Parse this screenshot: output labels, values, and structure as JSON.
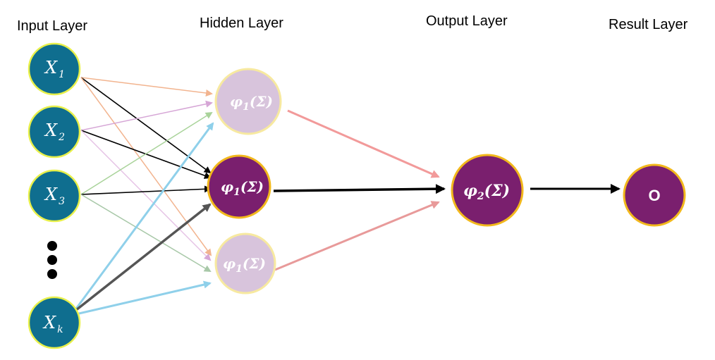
{
  "layers": {
    "input": "Input Layer",
    "hidden": "Hidden Layer",
    "output": "Output Layer",
    "result": "Result Layer"
  },
  "input_nodes": [
    {
      "base": "X",
      "sub": "1"
    },
    {
      "base": "X",
      "sub": "2"
    },
    {
      "base": "X",
      "sub": "3"
    },
    {
      "base": "X",
      "sub": "k"
    }
  ],
  "hidden_nodes": [
    {
      "base": "φ",
      "sub": "1",
      "arg": "(Σ)",
      "state": "faded"
    },
    {
      "base": "φ",
      "sub": "1",
      "arg": "(Σ)",
      "state": "active"
    },
    {
      "base": "φ",
      "sub": "1",
      "arg": "(Σ)",
      "state": "faded"
    }
  ],
  "output_node": {
    "base": "φ",
    "sub": "2",
    "arg": "(Σ)"
  },
  "result_node": {
    "label": "O"
  },
  "colors": {
    "input_fill": "#0f6e8f",
    "input_border": "#e8f04a",
    "purple": "#7a1f6e",
    "faded_fill": "#d8c4dc",
    "gold_border": "#f2b81c",
    "faded_border": "#f7e9a0"
  }
}
